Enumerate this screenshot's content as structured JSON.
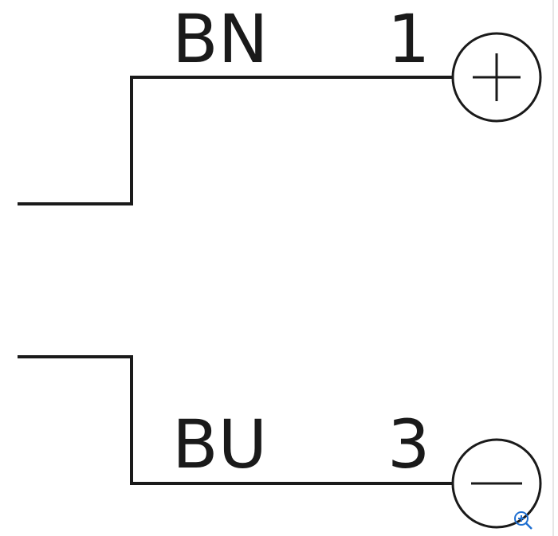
{
  "wires": {
    "top": {
      "color_code": "BN",
      "pin": "1",
      "polarity": "+"
    },
    "bottom": {
      "color_code": "BU",
      "pin": "3",
      "polarity": "−"
    }
  },
  "colors": {
    "stroke": "#1a1a1a",
    "background": "#ffffff",
    "zoom_icon": "#1f6fd1"
  },
  "icons": {
    "zoom": "zoom-in-icon"
  }
}
